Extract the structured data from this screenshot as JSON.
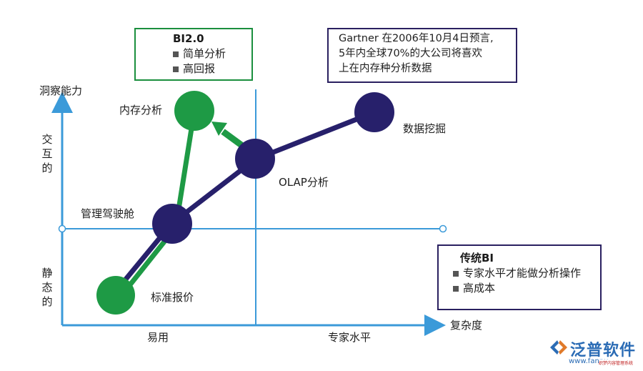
{
  "labels": {
    "y_axis_top": "洞察能力",
    "y_axis_upper": "交互的",
    "y_axis_lower": "静态的",
    "x_axis_right": "复杂度",
    "x_label_left": "易用",
    "x_label_right": "专家水平",
    "node_inmemory": "内存分析",
    "node_mining": "数据挖掘",
    "node_olap": "OLAP分析",
    "node_cockpit": "管理驾驶舱",
    "node_report": "标准报价"
  },
  "bi2_box": {
    "title": "BI2.0",
    "items": [
      "简单分析",
      "高回报"
    ]
  },
  "gartner_box": {
    "lines": [
      "Gartner 在2006年10月4日预言,",
      "5年内全球70%的大公司将喜欢",
      "上在内存种分析数据"
    ]
  },
  "traditional_box": {
    "title": "传统BI",
    "items": [
      "专家水平才能做分析操作",
      "高成本"
    ]
  },
  "watermark": {
    "brand": "泛普软件",
    "url": "www.fanpu",
    "sub": "织梦内容管理系统"
  },
  "colors": {
    "axis": "#3b9ad9",
    "green": "#1e9a45",
    "navy": "#27206b",
    "bi2_border": "#1b8f3e",
    "box_border": "#2a2060"
  }
}
